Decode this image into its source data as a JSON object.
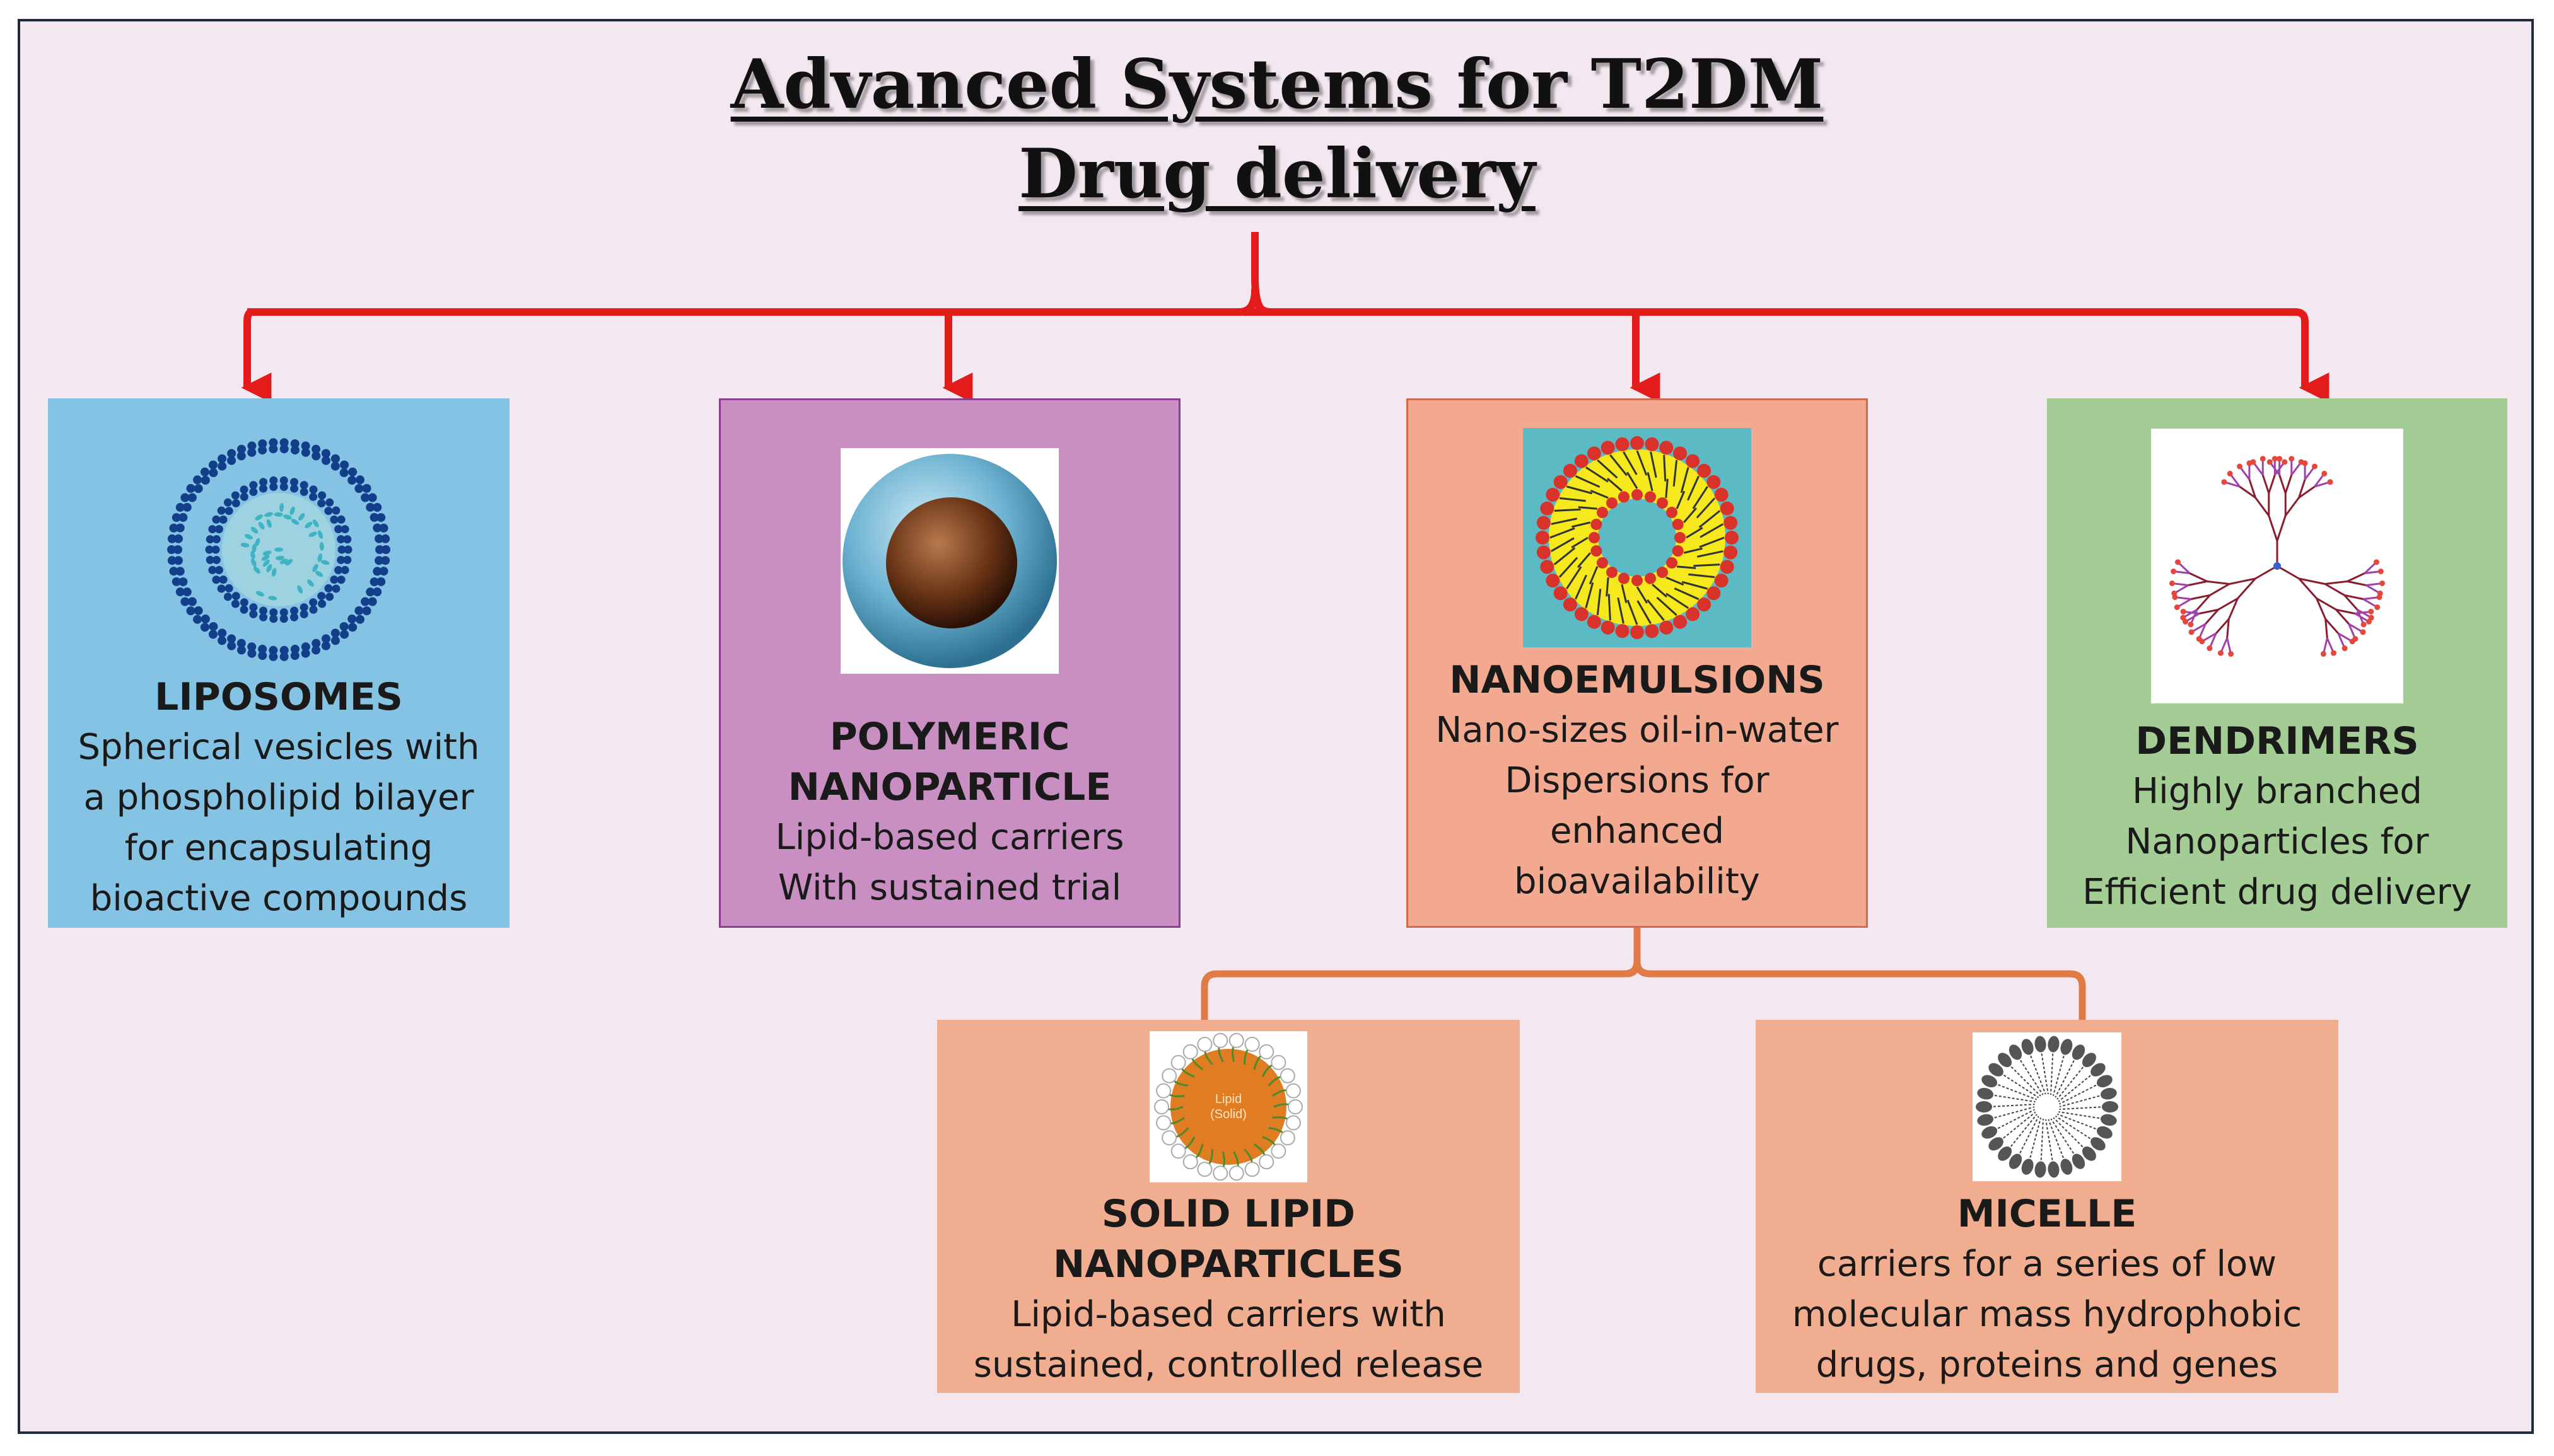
{
  "title": {
    "line1": "Advanced Systems for T2DM",
    "line2": "Drug delivery"
  },
  "colors": {
    "main_connector": "#e31b1b",
    "sub_connector": "#e07a47",
    "liposomes_bg": "#84c3e4",
    "polymeric_bg": "#c98fc3",
    "nanoemulsions_bg": "#f3a98f",
    "dendrimers_bg": "#a3cd95",
    "sub_box_bg": "#f1ad8f"
  },
  "systems": {
    "liposomes": {
      "heading": "LIPOSOMES",
      "description": "Spherical vesicles with\na phospholipid bilayer\nfor encapsulating\nbioactive compounds",
      "image": "liposome-bilayer-illustration"
    },
    "polymeric": {
      "heading": "POLYMERIC\nNANOPARTICLE",
      "description": "Lipid-based carriers\nWith sustained trial",
      "image": "core-shell-nanoparticle-illustration"
    },
    "nanoemulsions": {
      "heading": "NANOEMULSIONS",
      "description": "Nano-sizes oil-in-water\nDispersions for\nenhanced\nbioavailability",
      "image": "nanoemulsion-droplet-illustration"
    },
    "dendrimers": {
      "heading": "DENDRIMERS",
      "description": "Highly branched\nNanoparticles for\nEfficient drug delivery",
      "image": "dendrimer-branching-illustration"
    },
    "sln": {
      "heading": "SOLID LIPID\nNANOPARTICLES",
      "description": "Lipid-based carriers with\nsustained, controlled release",
      "image": "solid-lipid-nanoparticle-illustration",
      "image_label_1": "Lipid",
      "image_label_2": "(Solid)"
    },
    "micelle": {
      "heading": "MICELLE",
      "description": "carriers for a series of low\nmolecular mass hydrophobic\ndrugs, proteins and genes",
      "image": "micelle-illustration"
    }
  }
}
